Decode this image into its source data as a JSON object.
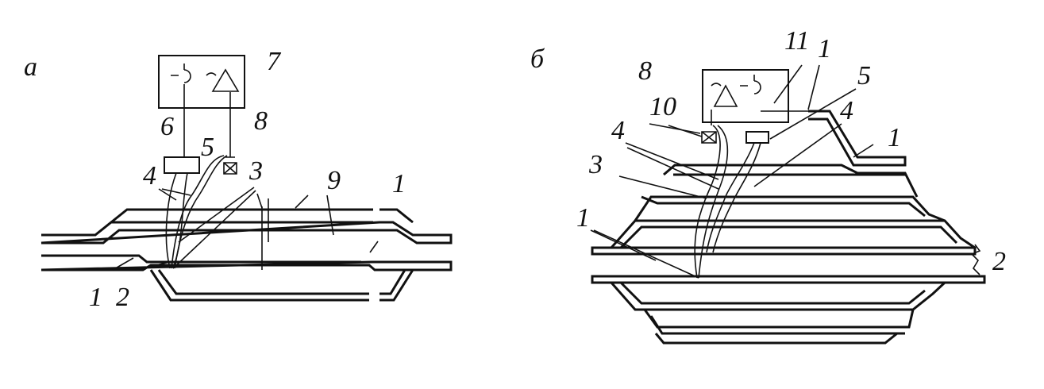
{
  "figure_a": {
    "panel_label": "а",
    "labels": {
      "n1_right": "1",
      "n1_left": "1",
      "n2": "2",
      "n3": "3",
      "n4": "4",
      "n5": "5",
      "n6": "6",
      "n7": "7",
      "n8": "8",
      "n9": "9"
    },
    "instrument_symbols": {
      "left": "~ ⊃",
      "right": "~ △"
    }
  },
  "figure_b": {
    "panel_label": "б",
    "labels": {
      "n1_top": "1",
      "n1_right": "1",
      "n1_left": "1",
      "n2": "2",
      "n3": "3",
      "n4_left": "4",
      "n4_right": "4",
      "n5": "5",
      "n8": "8",
      "n10": "10",
      "n11": "11"
    },
    "instrument_symbols": {
      "left": "~ △",
      "right": "~ ⊃"
    }
  }
}
